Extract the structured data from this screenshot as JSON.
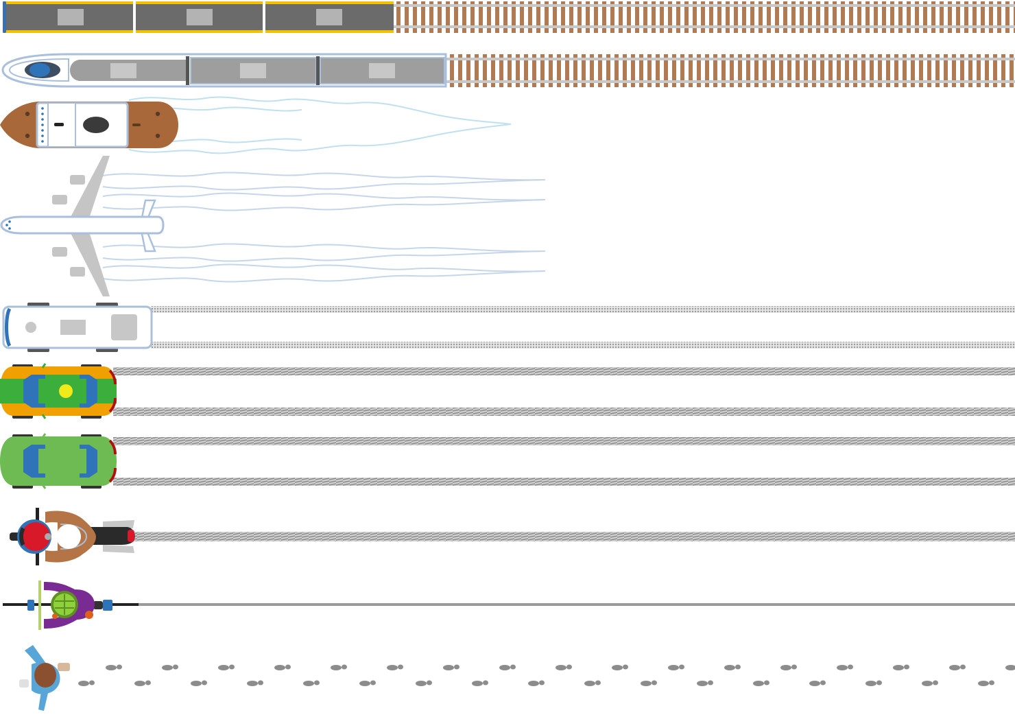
{
  "scene": "transport-comparison",
  "lanes": [
    {
      "id": "commuter-train",
      "icon": "commuter-train-icon",
      "trail": "railway-track"
    },
    {
      "id": "bullet-train",
      "icon": "bullet-train-icon",
      "trail": "railway-track"
    },
    {
      "id": "ship",
      "icon": "ship-icon",
      "trail": "water-wake"
    },
    {
      "id": "airplane",
      "icon": "airplane-icon",
      "trail": "contrails"
    },
    {
      "id": "bus",
      "icon": "bus-icon",
      "trail": "tire-tracks"
    },
    {
      "id": "taxi",
      "icon": "taxi-icon",
      "trail": "tire-tracks"
    },
    {
      "id": "car",
      "icon": "car-icon",
      "trail": "tire-tracks"
    },
    {
      "id": "motorcycle",
      "icon": "motorcycle-icon",
      "trail": "tire-track"
    },
    {
      "id": "bicycle",
      "icon": "bicycle-icon",
      "trail": "tire-line"
    },
    {
      "id": "pedestrian",
      "icon": "pedestrian-icon",
      "trail": "footprints"
    }
  ],
  "colors": {
    "rail_tie": "#b07a55",
    "rail": "#c8c8c8",
    "train_body": "#6b6b6b",
    "train_stripe": "#f2c200",
    "train_window": "#b3b3b3",
    "outline_blue": "#a9bfdc",
    "ship_hull": "#a8683a",
    "wake": "#bfe0ef",
    "contrail": "#c5d5ea",
    "plane_wing": "#c5c5c5",
    "bus_body": "#ffffff",
    "taxi_orange": "#f0a000",
    "taxi_green": "#3cae3c",
    "glass_blue": "#2f73b8",
    "taxi_light": "#f0ea1a",
    "car_green": "#6dbb52",
    "track_gray": "#9a9a9a",
    "helmet_red": "#d8192a",
    "rider_brown": "#b47446",
    "cyclist_purple": "#7a2a93",
    "helmet_green": "#8fd13a",
    "walker_blue": "#58a5d8",
    "footprint": "#8c8c8c"
  }
}
